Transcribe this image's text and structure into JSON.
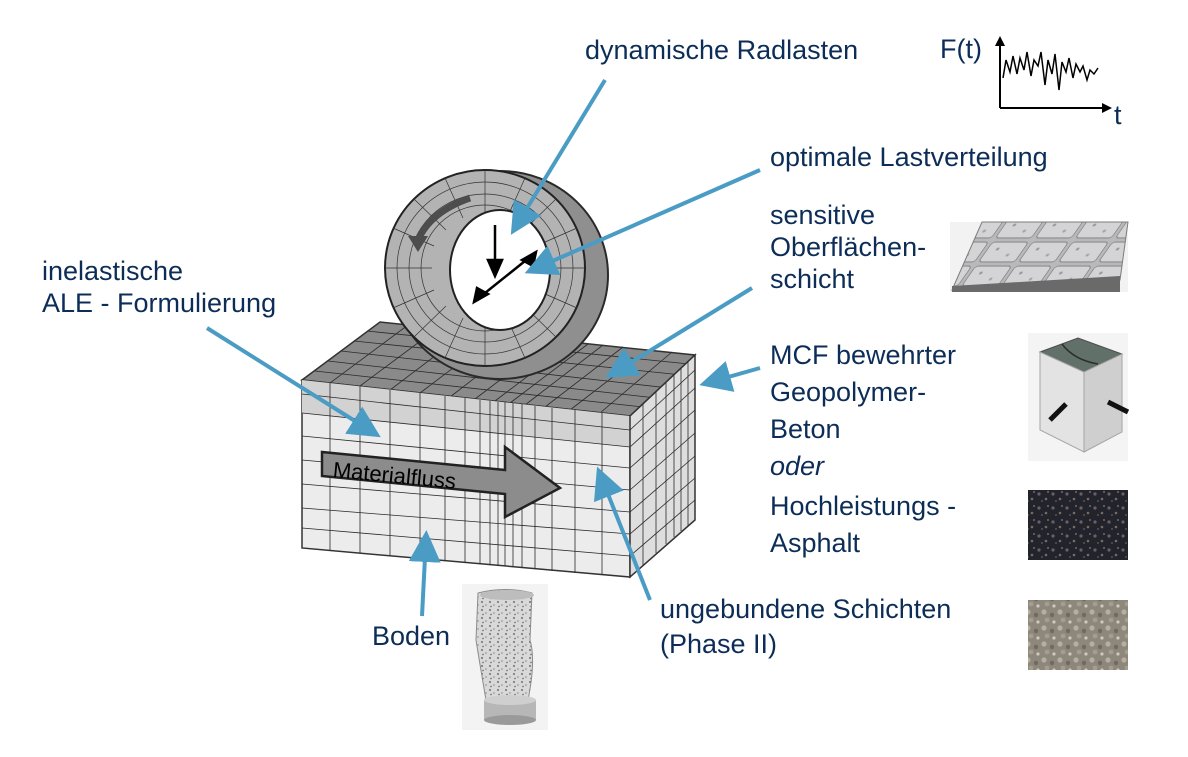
{
  "colors": {
    "label": "#0c2d57",
    "arrow": "#4a9cc4",
    "mesh_top": "#7e7e7e",
    "mesh_upper": "#cfcfcf",
    "mesh_lower": "#efefef",
    "tire": "#9a9a9a"
  },
  "labels": {
    "dynamic_loads": "dynamische Radlasten",
    "optimal_distribution": "optimale Lastverteilung",
    "sensitive_surface": [
      "sensitive",
      "Oberflächen-",
      "schicht"
    ],
    "inelastic_ale": [
      "inelastische",
      "ALE - Formulierung"
    ],
    "mcf_concrete": [
      "MCF bewehrter",
      "Geopolymer-",
      "Beton"
    ],
    "or": "oder",
    "hp_asphalt": [
      "Hochleistungs -",
      "Asphalt"
    ],
    "unbound_layers": [
      "ungebundene Schichten",
      "(Phase II)"
    ],
    "soil": "Boden",
    "material_flow": "Materialfluss"
  },
  "force_plot": {
    "y_label": "F(t)",
    "x_label": "t"
  },
  "images": {
    "paving_stones": "paving-stones-photo",
    "concrete_block": "concrete-block-photo",
    "asphalt": "asphalt-photo",
    "gravel": "gravel-photo",
    "soil_sample": "soil-sample-photo"
  }
}
